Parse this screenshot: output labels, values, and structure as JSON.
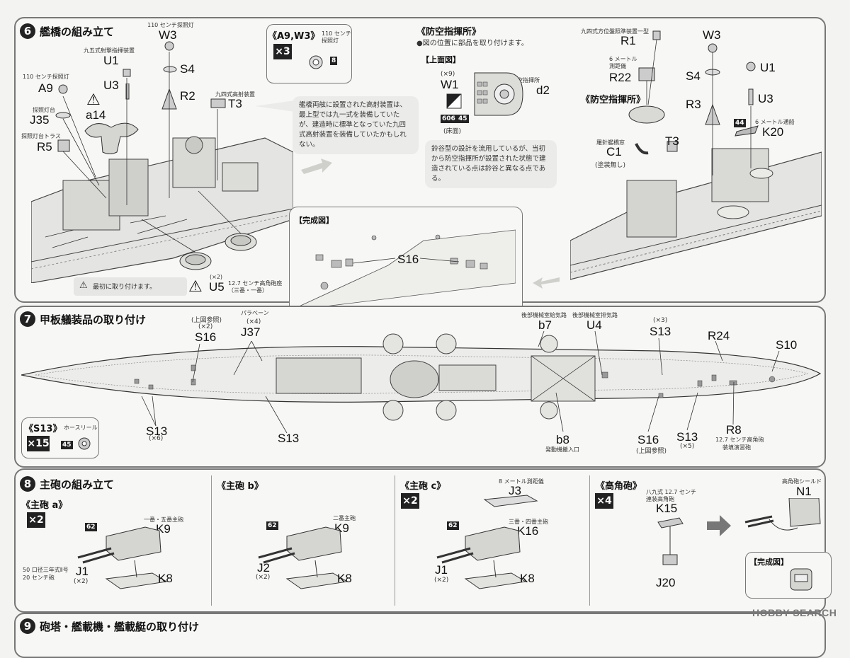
{
  "step6": {
    "num": "6",
    "title": "艦橋の組み立て",
    "labels": {
      "w3_note": "110 センチ探照灯",
      "w3": "W3",
      "u1_note": "九五式射撃指揮装置",
      "u1": "U1",
      "s4": "S4",
      "u3": "U3",
      "r2": "R2",
      "a9_note": "110 センチ探照灯",
      "a9": "A9",
      "a14": "a14",
      "j35_note": "探照灯台",
      "j35": "J35",
      "r5_note": "探照灯台トラス",
      "r5": "R5",
      "t3_note": "九四式高射装置",
      "t3": "T3",
      "u5_mult": "(×2)",
      "u5": "U5",
      "u5_note1": "12.7 センチ高角砲座",
      "u5_note2": "（三番・一番）",
      "warn_first": "最初に取り付けます。"
    },
    "callout": {
      "title": "《A9,W3》",
      "mult": "×3",
      "note1": "110 センチ",
      "note2": "探照灯",
      "part": "8"
    },
    "bubble": "艦橋両舷に設置された高射装置は、最上型では九一式を装備していたが、建造時に標準となっていた九四式高射装置を装備していたかもしれない。"
  },
  "aa": {
    "title": "《防空指揮所》",
    "instruction": "●図の位置に部品を取り付けます。",
    "top_view": "【上面図】",
    "w1_mult": "(×9)",
    "w1": "W1",
    "d2_note1": "防空指揮所",
    "d2": "d2",
    "part606": "606",
    "part45": "45",
    "floor": "(床面)",
    "bubble": "鈴谷型の設計を流用しているが、当初から防空指揮所が設置された状態で建造されている点は鈴谷と異なる点である。"
  },
  "right6": {
    "r1_note": "九四式方位盤照準装置一型",
    "r1": "R1",
    "r22_note1": "6 メートル",
    "r22_note2": "測距儀",
    "r22": "R22",
    "aa_title": "《防空指揮所》",
    "w3": "W3",
    "s4": "S4",
    "u1": "U1",
    "r3": "R3",
    "u3": "U3",
    "k20_part": "44",
    "k20_note": "6 メートル通船",
    "k20": "K20",
    "c1_note": "羅針艦橋窓",
    "c1": "C1",
    "c1_paint": "(塗装無し)",
    "t3": "T3"
  },
  "complete": {
    "title": "【完成図】",
    "s16": "S16"
  },
  "step7": {
    "num": "7",
    "title": "甲板艤装品の取り付け",
    "s16_ref": "(上図参照)",
    "s16_mult": "(×2)",
    "s16": "S16",
    "j37_note": "パラベーン",
    "j37_mult": "(×4)",
    "j37": "J37",
    "b7_note": "後部機械室給気路",
    "b7": "b7",
    "u4_note": "後部機械室排気路",
    "u4": "U4",
    "s13_mult3": "(×3)",
    "s13_a": "S13",
    "r24": "R24",
    "s10": "S10",
    "s13_b": "S13",
    "s13_b_mult": "(×6)",
    "s13_c": "S13",
    "b8": "b8",
    "b8_note": "発動機搬入口",
    "s16_b": "S16",
    "s16_b_ref": "(上図参照)",
    "s13_d": "S13",
    "s13_d_mult": "(×5)",
    "r8": "R8",
    "r8_note1": "12.7 センチ高角砲",
    "r8_note2": "装填演習砲",
    "callout_title": "《S13》",
    "callout_note": "ホースリール",
    "callout_mult": "×15",
    "callout_part": "45"
  },
  "step8": {
    "num": "8",
    "title": "主砲の組み立て",
    "a_title": "《主砲 a》",
    "a_mult": "×2",
    "a_part": "62",
    "a_k9_note": "一番・五番主砲",
    "a_k9": "K9",
    "a_j1_note1": "50 口径三年式Ⅱ号",
    "a_j1_note2": "20 センチ砲",
    "a_j1": "J1",
    "a_j1_mult": "(×2)",
    "a_k8": "K8",
    "b_title": "《主砲 b》",
    "b_part": "62",
    "b_k9_note": "二番主砲",
    "b_k9": "K9",
    "b_j2": "J2",
    "b_j2_mult": "(×2)",
    "b_k8": "K8",
    "c_title": "《主砲 c》",
    "c_mult": "×2",
    "c_part": "62",
    "c_j3_note": "8 メートル測距儀",
    "c_j3": "J3",
    "c_k16_note": "三番・四番主砲",
    "c_k16": "K16",
    "c_j1": "J1",
    "c_j1_mult": "(×2)",
    "c_k8": "K8",
    "d_title": "《高角砲》",
    "d_mult": "×4",
    "d_k15_note1": "八九式 12.7 センチ",
    "d_k15_note2": "連装高角砲",
    "d_k15": "K15",
    "d_n1_note": "高角砲シールド",
    "d_n1": "N1",
    "d_j20": "J20",
    "d_complete": "【完成図】"
  },
  "step9": {
    "num": "9",
    "title": "砲塔・艦載機・艦載艇の取り付け"
  },
  "watermark": "HOBBY SEARCH"
}
